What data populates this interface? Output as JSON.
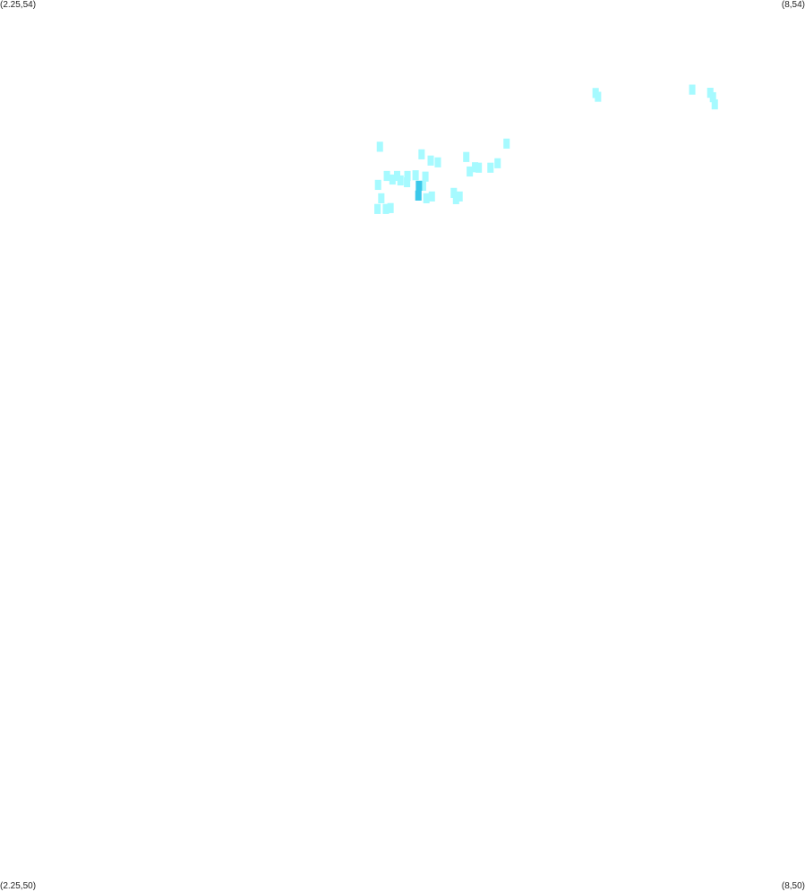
{
  "corner_labels": {
    "top_left": "(2.25,54)",
    "top_right": "(8,54)",
    "bottom_left": "(2.25,50)",
    "bottom_right": "(8,50)"
  },
  "extent": {
    "lon_min": 2.25,
    "lon_max": 8,
    "lat_min": 50,
    "lat_max": 54
  },
  "colors": {
    "light_cell": "#a6faff",
    "dark_cell": "#3cc8ea",
    "background": "#ffffff"
  },
  "cell_size_deg": 0.045,
  "cells": [
    {
      "lon": 6.5045,
      "lat": 53.583,
      "level": "light"
    },
    {
      "lon": 6.5215,
      "lat": 53.566,
      "level": "light"
    },
    {
      "lon": 7.1945,
      "lat": 53.598,
      "level": "light"
    },
    {
      "lon": 7.3235,
      "lat": 53.584,
      "level": "light"
    },
    {
      "lon": 7.3425,
      "lat": 53.564,
      "level": "light"
    },
    {
      "lon": 7.3555,
      "lat": 53.532,
      "level": "light"
    },
    {
      "lon": 4.9635,
      "lat": 53.342,
      "level": "light"
    },
    {
      "lon": 5.2615,
      "lat": 53.308,
      "level": "light"
    },
    {
      "lon": 5.3265,
      "lat": 53.28,
      "level": "light"
    },
    {
      "lon": 5.3775,
      "lat": 53.272,
      "level": "light"
    },
    {
      "lon": 5.5805,
      "lat": 53.296,
      "level": "light"
    },
    {
      "lon": 5.6435,
      "lat": 53.25,
      "level": "light"
    },
    {
      "lon": 5.6695,
      "lat": 53.248,
      "level": "light"
    },
    {
      "lon": 5.6055,
      "lat": 53.231,
      "level": "light"
    },
    {
      "lon": 5.7535,
      "lat": 53.248,
      "level": "light"
    },
    {
      "lon": 5.8045,
      "lat": 53.268,
      "level": "light"
    },
    {
      "lon": 5.8685,
      "lat": 53.356,
      "level": "light"
    },
    {
      "lon": 5.0135,
      "lat": 53.211,
      "level": "light"
    },
    {
      "lon": 5.0865,
      "lat": 53.211,
      "level": "light"
    },
    {
      "lon": 5.1605,
      "lat": 53.211,
      "level": "light"
    },
    {
      "lon": 5.2185,
      "lat": 53.214,
      "level": "light"
    },
    {
      "lon": 5.2885,
      "lat": 53.208,
      "level": "light"
    },
    {
      "lon": 5.0535,
      "lat": 53.195,
      "level": "light"
    },
    {
      "lon": 5.1105,
      "lat": 53.191,
      "level": "light"
    },
    {
      "lon": 5.1575,
      "lat": 53.183,
      "level": "light"
    },
    {
      "lon": 4.9505,
      "lat": 53.171,
      "level": "light"
    },
    {
      "lon": 5.2715,
      "lat": 53.167,
      "level": "light"
    },
    {
      "lon": 4.9735,
      "lat": 53.111,
      "level": "light"
    },
    {
      "lon": 5.2955,
      "lat": 53.111,
      "level": "light"
    },
    {
      "lon": 5.3345,
      "lat": 53.119,
      "level": "light"
    },
    {
      "lon": 5.4915,
      "lat": 53.135,
      "level": "light"
    },
    {
      "lon": 5.5325,
      "lat": 53.119,
      "level": "light"
    },
    {
      "lon": 5.5075,
      "lat": 53.107,
      "level": "light"
    },
    {
      "lon": 4.9465,
      "lat": 53.063,
      "level": "light"
    },
    {
      "lon": 5.0065,
      "lat": 53.063,
      "level": "light"
    },
    {
      "lon": 5.0395,
      "lat": 53.067,
      "level": "light"
    },
    {
      "lon": 5.2425,
      "lat": 53.167,
      "level": "dark"
    },
    {
      "lon": 5.2385,
      "lat": 53.123,
      "level": "dark"
    }
  ]
}
